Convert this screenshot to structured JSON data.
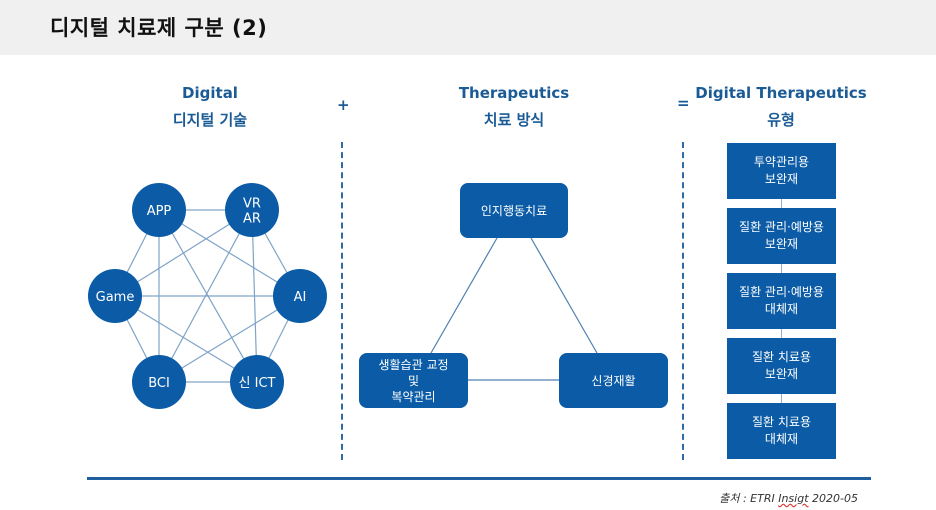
{
  "header": {
    "title": "디지털 치료제 구분 (2)"
  },
  "columns": [
    {
      "title_en": "Digital",
      "title_ko": "디지털 기술"
    },
    {
      "title_en": "Therapeutics",
      "title_ko": "치료 방식"
    },
    {
      "title_en": "Digital Therapeutics",
      "title_ko": "유형"
    }
  ],
  "operators": {
    "plus": "+",
    "equals": "="
  },
  "digital_tech": {
    "nodes": [
      {
        "id": "app",
        "label": "APP"
      },
      {
        "id": "vrar",
        "label": "VR\nAR"
      },
      {
        "id": "ai",
        "label": "AI"
      },
      {
        "id": "ict",
        "label": "신 ICT"
      },
      {
        "id": "bci",
        "label": "BCI"
      },
      {
        "id": "game",
        "label": "Game"
      }
    ],
    "fully_connected": true
  },
  "therapy_methods": {
    "nodes": [
      {
        "id": "cbt",
        "label": "인지행동치료"
      },
      {
        "id": "lifestyle",
        "label": "생활습관 교정\n및\n복약관리"
      },
      {
        "id": "neuro",
        "label": "신경재활"
      }
    ],
    "edges": [
      [
        "cbt",
        "lifestyle"
      ],
      [
        "cbt",
        "neuro"
      ],
      [
        "lifestyle",
        "neuro"
      ]
    ]
  },
  "dtx_types": [
    {
      "label": "투약관리용\n보완재"
    },
    {
      "label": "질환 관리·예방용\n보완재"
    },
    {
      "label": "질환 관리·예방용\n대체재"
    },
    {
      "label": "질환 치료용\n보완재"
    },
    {
      "label": "질환 치료용\n대체재"
    }
  ],
  "source": {
    "prefix": "출처 : ETRI ",
    "misspelled": "Insigt",
    "suffix": " 2020-05"
  },
  "colors": {
    "accent": "#0b5ba6",
    "heading": "#1a5b96",
    "edge": "#7fa3c8"
  }
}
